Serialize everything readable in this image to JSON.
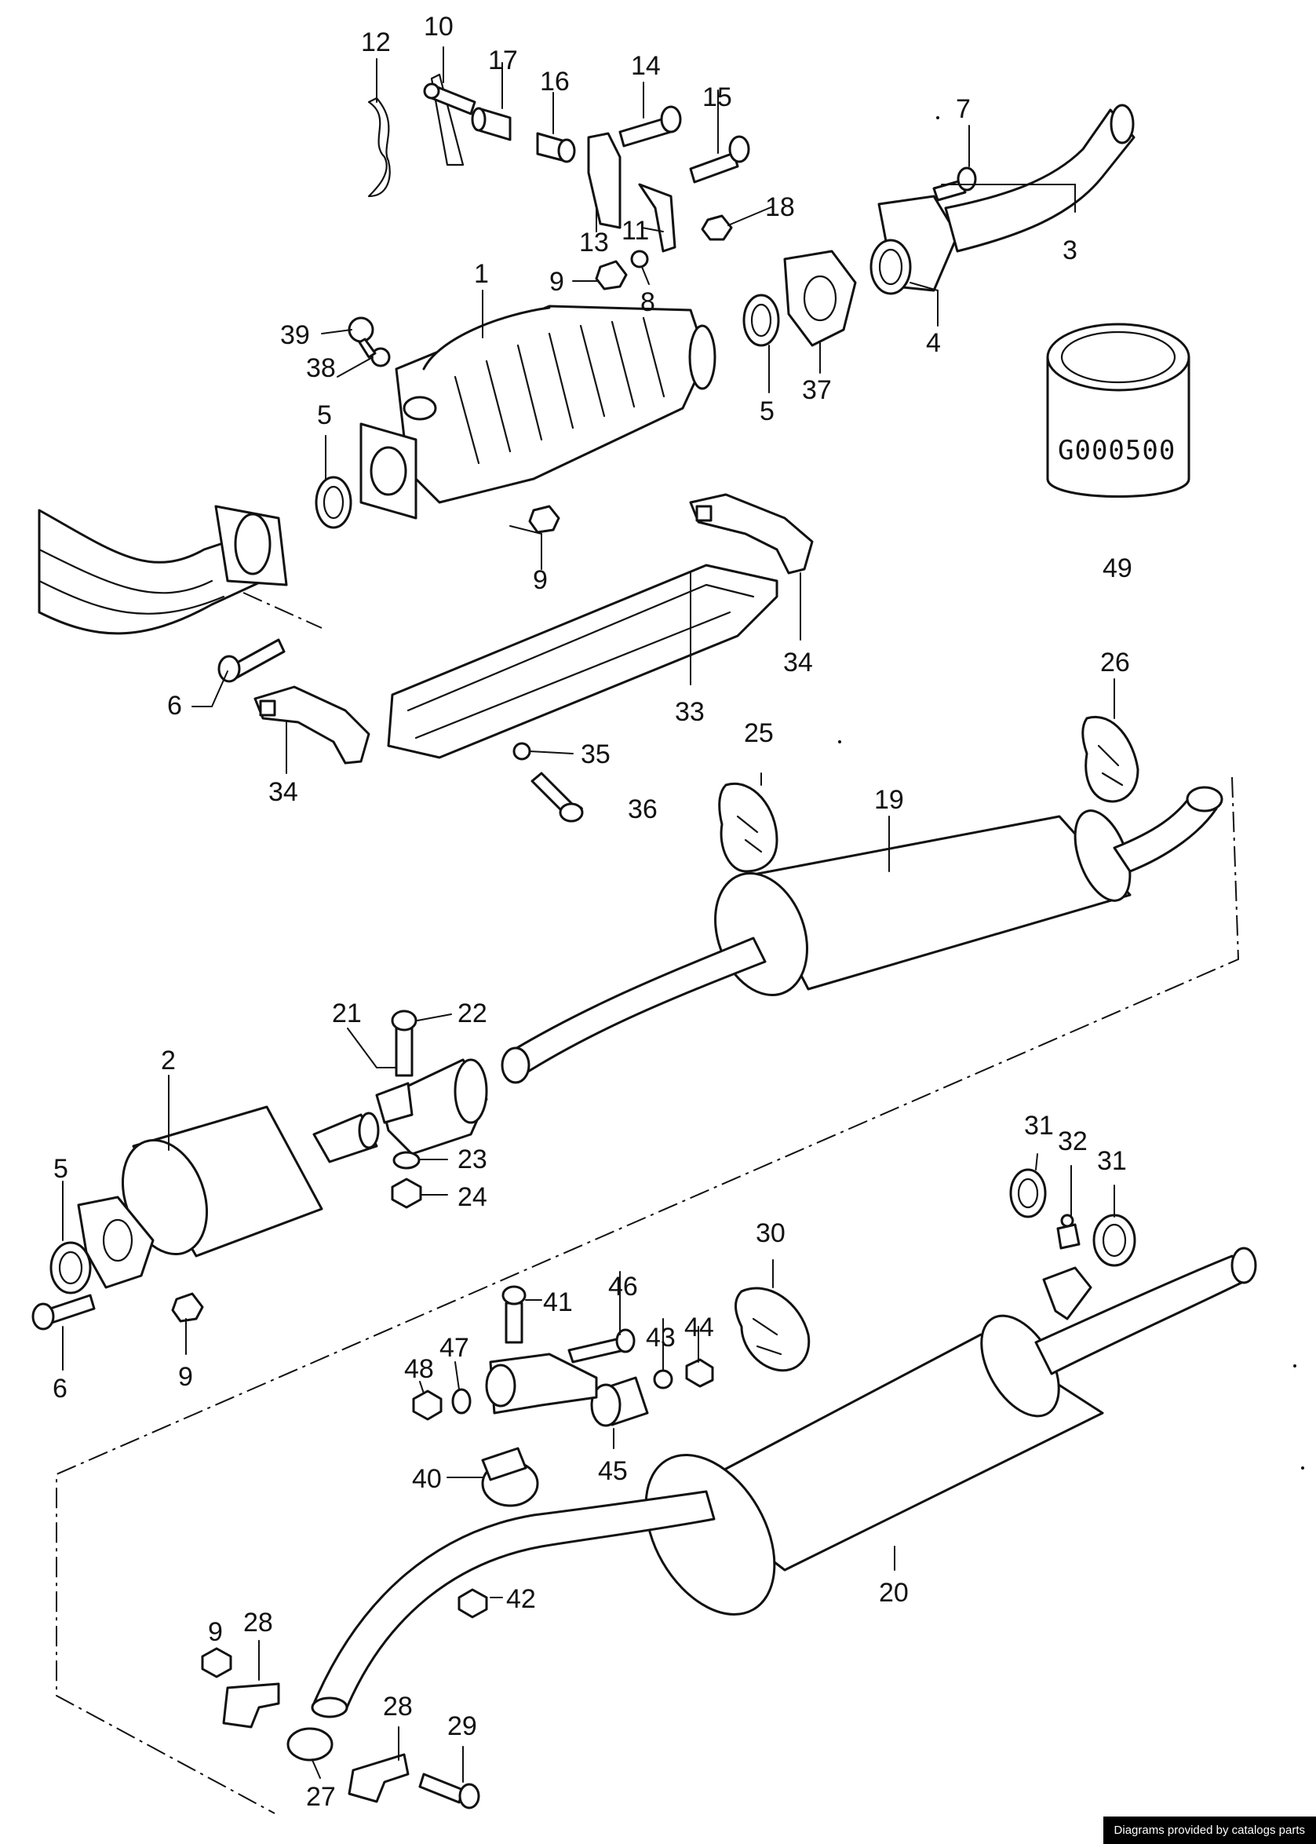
{
  "part_numbers": {
    "n1": "1",
    "n2": "2",
    "n3": "3",
    "n4": "4",
    "n5": "5",
    "n6": "6",
    "n7": "7",
    "n8": "8",
    "n9": "9",
    "n10": "10",
    "n11": "11",
    "n12": "12",
    "n13": "13",
    "n14": "14",
    "n15": "15",
    "n16": "16",
    "n17": "17",
    "n18": "18",
    "n19": "19",
    "n20": "20",
    "n21": "21",
    "n22": "22",
    "n23": "23",
    "n24": "24",
    "n25": "25",
    "n26": "26",
    "n27": "27",
    "n28": "28",
    "n29": "29",
    "n30": "30",
    "n31": "31",
    "n32": "32",
    "n33": "33",
    "n34": "34",
    "n35": "35",
    "n36": "36",
    "n37": "37",
    "n38": "38",
    "n39": "39",
    "n40": "40",
    "n41": "41",
    "n42": "42",
    "n43": "43",
    "n44": "44",
    "n45": "45",
    "n46": "46",
    "n47": "47",
    "n48": "48",
    "n49": "49"
  },
  "canister_stamp": "G000500",
  "credit": "Diagrams provided by catalogs parts"
}
